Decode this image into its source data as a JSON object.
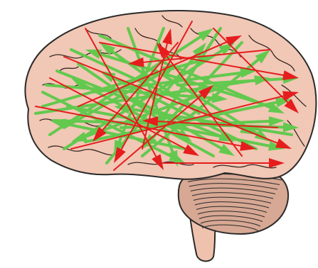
{
  "colors": {
    "background": "#ffffff",
    "brain_fill": "#f1c7b5",
    "brain_outline": "#2a2a2a",
    "sulci": "#3a2a26",
    "cerebellum_fill": "#d7a894",
    "brainstem_fill": "#efc2ae",
    "green_connection": "#62c94e",
    "red_connection": "#e51d1d"
  },
  "icons": [
    "brain-illustration",
    "connection-arrow-icon"
  ],
  "connections": {
    "green_count": 32,
    "red_count": 16
  }
}
